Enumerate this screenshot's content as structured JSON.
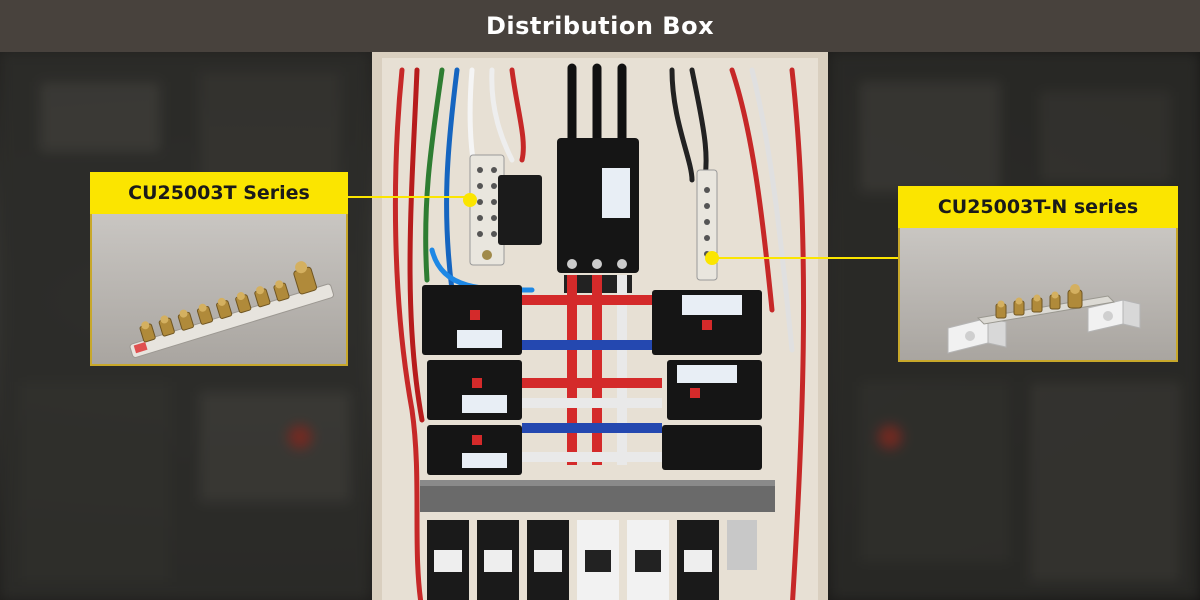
{
  "header": {
    "title": "Distribution Box"
  },
  "callouts": {
    "left": {
      "label": "CU25003T Series"
    },
    "right": {
      "label": "CU25003T-N series"
    }
  },
  "colors": {
    "accent_yellow": "#fbe500",
    "header_bg": "#48423d",
    "panel_bg": "#e7e0d4",
    "busbar_red": "#d42a2a",
    "busbar_blue": "#2448b0"
  },
  "icons": [
    "busbar-terminal-block-icon",
    "neutral-busbar-icon"
  ]
}
